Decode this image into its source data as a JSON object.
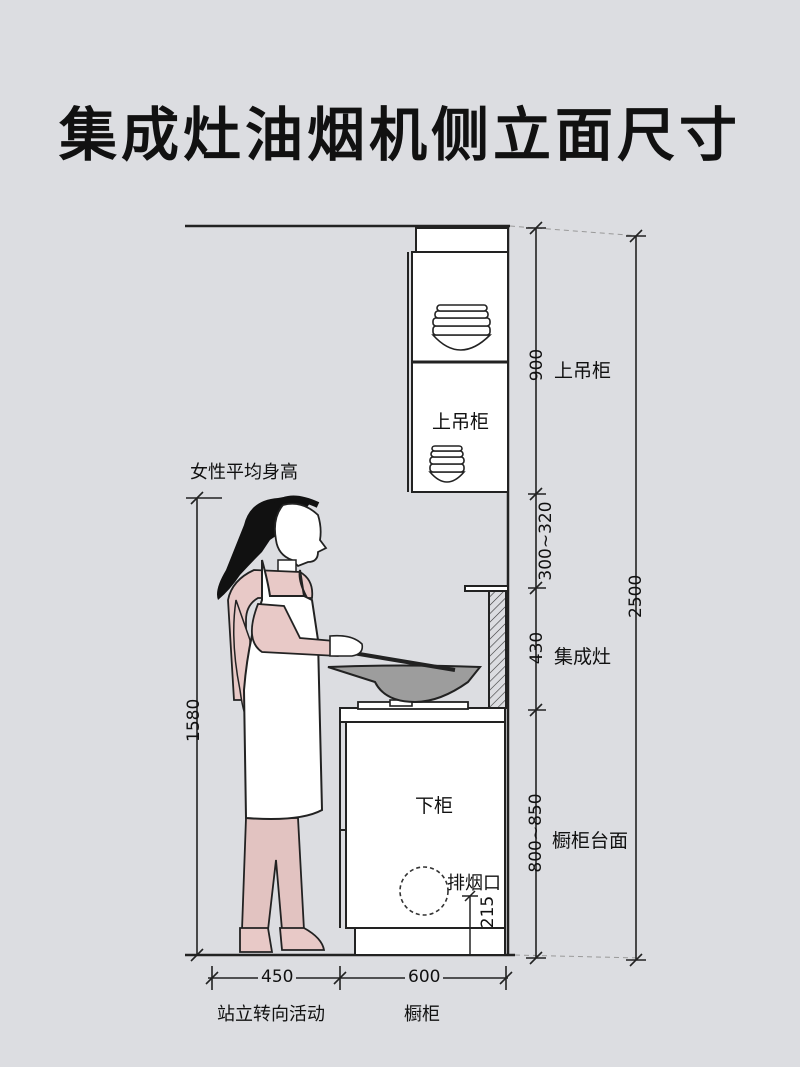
{
  "title": "集成灶油烟机侧立面尺寸",
  "labels": {
    "upper_cabinet_side": "上吊柜",
    "upper_cabinet_inside": "上吊柜",
    "integrated_stove": "集成灶",
    "countertop": "橱柜台面",
    "lower_cabinet": "下柜",
    "exhaust_port": "排烟口",
    "female_height": "女性平均身高",
    "standing_space": "站立转向活动",
    "cabinet": "橱柜"
  },
  "dimensions": {
    "upper_cabinet_height": "900",
    "gap_height": "300~320",
    "stove_height": "430",
    "counter_height": "800~850",
    "total_height": "2500",
    "female_height": "1580",
    "exhaust_height": "215",
    "standing_depth": "450",
    "cabinet_depth": "600"
  },
  "colors": {
    "background": "#dcdde1",
    "skin": "#e8c9c7",
    "pants": "#e2c3c1",
    "hair": "#111111",
    "apron": "#ffffff"
  }
}
